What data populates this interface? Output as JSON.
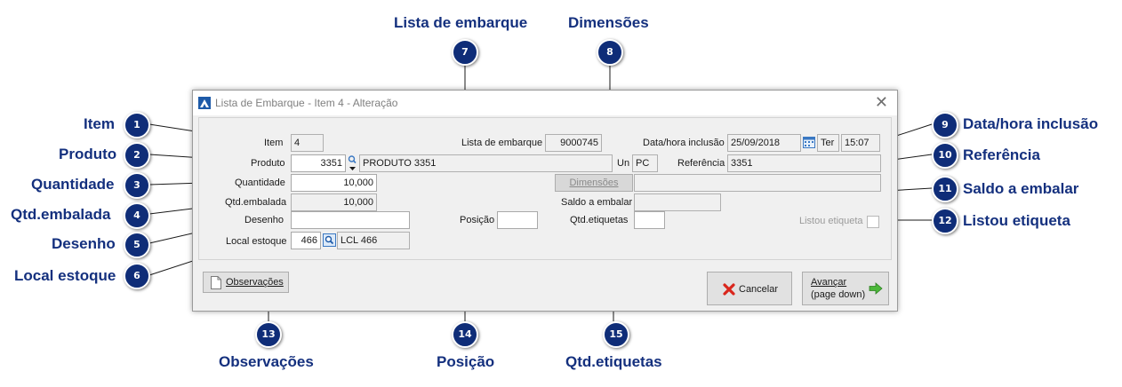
{
  "dialog": {
    "title": "Lista de Embarque - Item 4 - Alteração",
    "close": "✕",
    "fields": {
      "item_label": "Item",
      "item_value": "4",
      "lista_label": "Lista de embarque",
      "lista_value": "9000745",
      "datahora_label": "Data/hora inclusão",
      "date_value": "25/09/2018",
      "weekday_value": "Ter",
      "time_value": "15:07",
      "produto_label": "Produto",
      "produto_code": "3351",
      "produto_desc": "PRODUTO 3351",
      "un_label": "Un",
      "un_value": "PC",
      "referencia_label": "Referência",
      "referencia_value": "3351",
      "quantidade_label": "Quantidade",
      "quantidade_value": "10,000",
      "dimensoes_button": "Dimensões",
      "dimensoes_value": "",
      "qtdembalada_label": "Qtd.embalada",
      "qtdembalada_value": "10,000",
      "saldo_label": "Saldo a embalar",
      "saldo_value": "",
      "desenho_label": "Desenho",
      "desenho_value": "",
      "posicao_label": "Posição",
      "posicao_value": "",
      "qtdetiquetas_label": "Qtd.etiquetas",
      "qtdetiquetas_value": "",
      "listou_label": "Listou etiqueta",
      "local_label": "Local estoque",
      "local_code": "466",
      "local_desc": "LCL 466"
    },
    "buttons": {
      "observacoes": "Observações",
      "cancelar": "Cancelar",
      "avancar_line1": "Avançar",
      "avancar_line2": "(page down)"
    }
  },
  "annotations": [
    {
      "n": "1",
      "label": "Item"
    },
    {
      "n": "2",
      "label": "Produto"
    },
    {
      "n": "3",
      "label": "Quantidade"
    },
    {
      "n": "4",
      "label": "Qtd.embalada"
    },
    {
      "n": "5",
      "label": "Desenho"
    },
    {
      "n": "6",
      "label": "Local estoque"
    },
    {
      "n": "7",
      "label": "Lista de embarque"
    },
    {
      "n": "8",
      "label": "Dimensões"
    },
    {
      "n": "9",
      "label": "Data/hora inclusão"
    },
    {
      "n": "10",
      "label": "Referência"
    },
    {
      "n": "11",
      "label": "Saldo a embalar"
    },
    {
      "n": "12",
      "label": "Listou etiqueta"
    },
    {
      "n": "13",
      "label": "Observações"
    },
    {
      "n": "14",
      "label": "Posição"
    },
    {
      "n": "15",
      "label": "Qtd.etiquetas"
    }
  ],
  "colors": {
    "badge": "#0f2d78",
    "annotation_text": "#14307e",
    "dialog_bg": "#f0f0f0"
  }
}
